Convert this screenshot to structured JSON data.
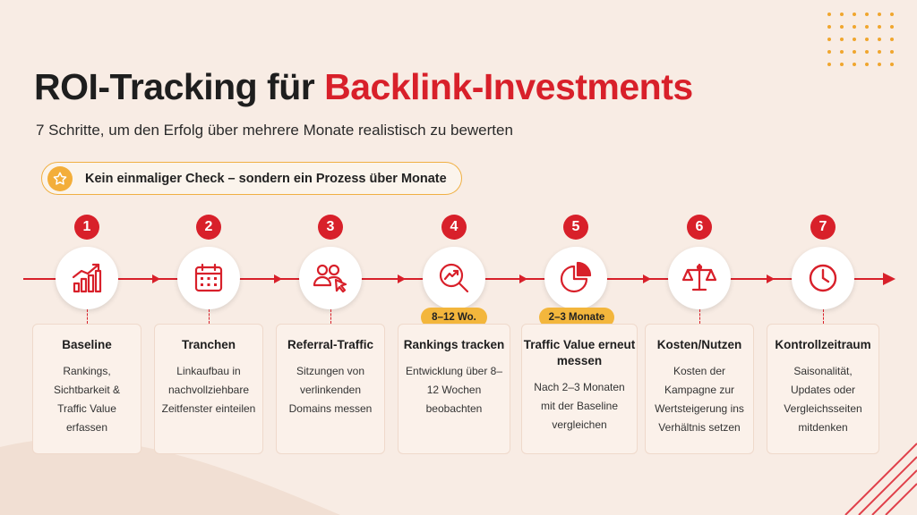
{
  "header": {
    "title_main": "ROI-Tracking für ",
    "title_accent": "Backlink-Investments",
    "subtitle": "7 Schritte, um den Erfolg über mehrere Monate realistisch zu bewerten",
    "callout": "Kein einmaliger Check – sondern ein Prozess über Monate"
  },
  "colors": {
    "accent_red": "#d8202a",
    "accent_yellow": "#f3b63c",
    "background": "#f8ece4"
  },
  "steps": [
    {
      "number": "1",
      "icon": "bar-chart-growth-icon",
      "title": "Baseline",
      "description": "Rankings, Sichtbarkeit & Traffic Value erfassen",
      "badge": ""
    },
    {
      "number": "2",
      "icon": "calendar-icon",
      "title": "Tranchen",
      "description": "Linkaufbau in nachvollziehbare Zeitfenster einteilen",
      "badge": ""
    },
    {
      "number": "3",
      "icon": "users-cursor-icon",
      "title": "Referral-Traffic",
      "description": "Sitzungen von verlinkenden Domains messen",
      "badge": ""
    },
    {
      "number": "4",
      "icon": "magnifier-trend-icon",
      "title": "Rankings tracken",
      "description": "Entwicklung über 8–12 Wochen beobachten",
      "badge": "8–12 Wo."
    },
    {
      "number": "5",
      "icon": "pie-chart-icon",
      "title": "Traffic Value erneut messen",
      "description": "Nach 2–3 Monaten mit der Baseline vergleichen",
      "badge": "2–3 Monate"
    },
    {
      "number": "6",
      "icon": "scale-icon",
      "title": "Kosten/Nutzen",
      "description": "Kosten der Kampagne zur Wertsteigerung ins Verhältnis setzen",
      "badge": ""
    },
    {
      "number": "7",
      "icon": "clock-icon",
      "title": "Kontrollzeitraum",
      "description": "Saisonalität, Updates oder Vergleichsseiten mitdenken",
      "badge": ""
    }
  ]
}
